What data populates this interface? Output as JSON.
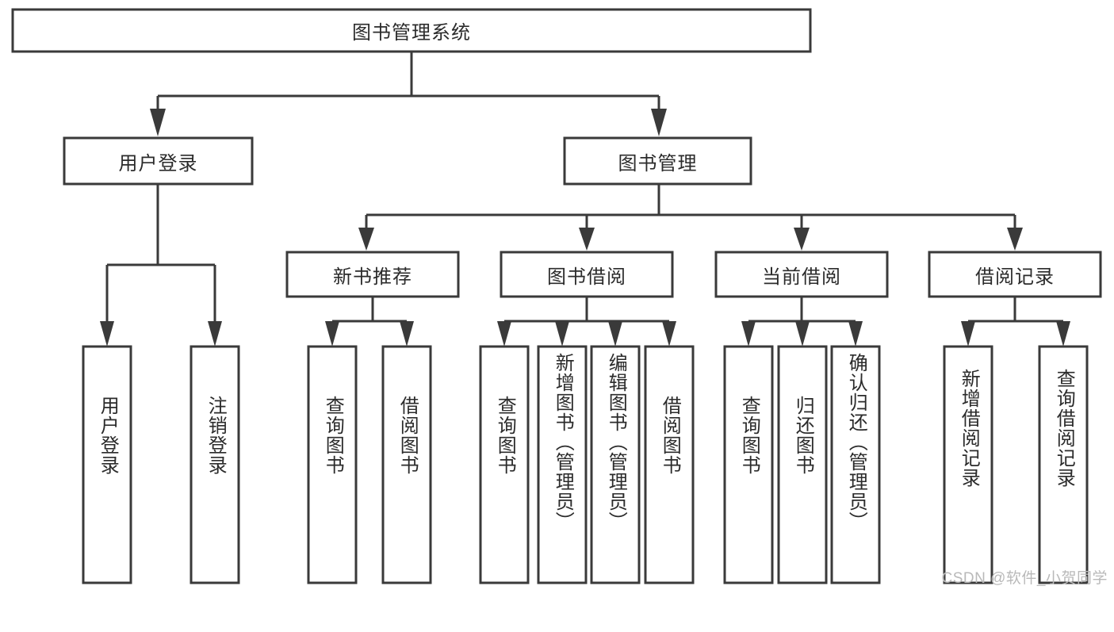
{
  "diagram": {
    "type": "tree-hierarchy",
    "title": "图书管理系统",
    "orientation": "top-down",
    "colors": {
      "box_stroke": "#3a3a3a",
      "box_fill": "#ffffff",
      "connector": "#3a3a3a",
      "text": "#2b2b2b",
      "background": "#ffffff",
      "watermark": "#b9b9b9"
    },
    "root": {
      "id": "root",
      "label": "图书管理系统",
      "orientation": "horizontal"
    },
    "level2": [
      {
        "id": "user-login",
        "label": "用户登录",
        "orientation": "horizontal"
      },
      {
        "id": "book-manage",
        "label": "图书管理",
        "orientation": "horizontal"
      }
    ],
    "level3": [
      {
        "id": "new-book-recommend",
        "label": "新书推荐",
        "orientation": "horizontal",
        "parent": "book-manage"
      },
      {
        "id": "book-borrow",
        "label": "图书借阅",
        "orientation": "horizontal",
        "parent": "book-manage"
      },
      {
        "id": "current-borrow",
        "label": "当前借阅",
        "orientation": "horizontal",
        "parent": "book-manage"
      },
      {
        "id": "borrow-record",
        "label": "借阅记录",
        "orientation": "horizontal",
        "parent": "book-manage"
      }
    ],
    "leaves": [
      {
        "id": "leaf-user-login",
        "label": "用户登录",
        "orientation": "vertical",
        "parent": "user-login"
      },
      {
        "id": "leaf-logout-login",
        "label": "注销登录",
        "orientation": "vertical",
        "parent": "user-login"
      },
      {
        "id": "leaf-query-book-1",
        "label": "查询图书",
        "orientation": "vertical",
        "parent": "new-book-recommend"
      },
      {
        "id": "leaf-borrow-book-1",
        "label": "借阅图书",
        "orientation": "vertical",
        "parent": "new-book-recommend"
      },
      {
        "id": "leaf-query-book-2",
        "label": "查询图书",
        "orientation": "vertical",
        "parent": "book-borrow"
      },
      {
        "id": "leaf-add-book",
        "label": "新增图书（管理员）",
        "orientation": "vertical",
        "parent": "book-borrow"
      },
      {
        "id": "leaf-edit-book",
        "label": "编辑图书（管理员）",
        "orientation": "vertical",
        "parent": "book-borrow"
      },
      {
        "id": "leaf-borrow-book-2",
        "label": "借阅图书",
        "orientation": "vertical",
        "parent": "book-borrow"
      },
      {
        "id": "leaf-query-book-3",
        "label": "查询图书",
        "orientation": "vertical",
        "parent": "current-borrow"
      },
      {
        "id": "leaf-return-book",
        "label": "归还图书",
        "orientation": "vertical",
        "parent": "current-borrow"
      },
      {
        "id": "leaf-confirm-return",
        "label": "确认归还（管理员）",
        "orientation": "vertical",
        "parent": "current-borrow"
      },
      {
        "id": "leaf-add-record",
        "label": "新增借阅记录",
        "orientation": "vertical",
        "parent": "borrow-record"
      },
      {
        "id": "leaf-query-record",
        "label": "查询借阅记录",
        "orientation": "vertical",
        "parent": "borrow-record"
      }
    ],
    "watermark": "CSDN @软件_小贺同学"
  }
}
